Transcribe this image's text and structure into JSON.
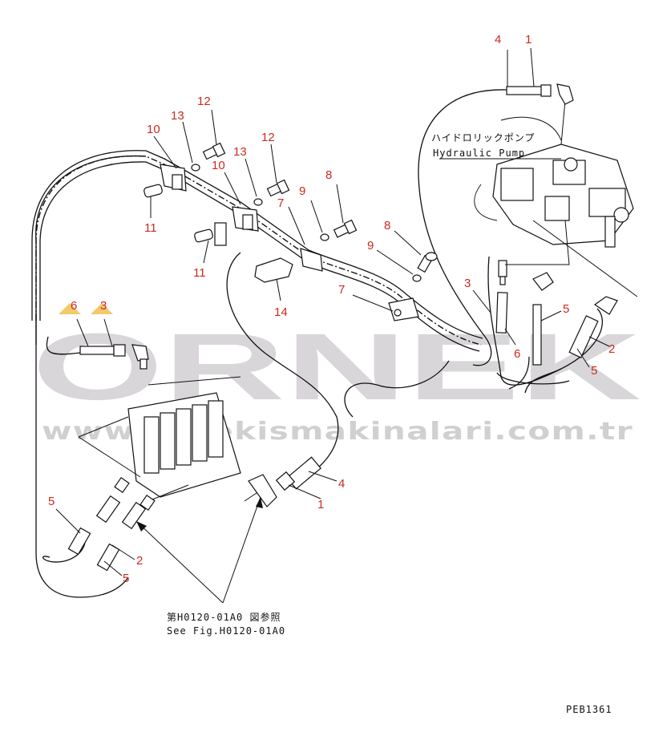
{
  "watermark": {
    "brand": "ORNEK",
    "url": "www.ornekismakinalari.com.tr"
  },
  "labels": {
    "pump_jp": "ハイドロリックポンプ",
    "pump_en": "Hydraulic Pump",
    "ref_jp": "第H0120-01A0 図参照",
    "ref_en": "See Fig.H0120-01A0",
    "drawing_code": "PEB1361"
  },
  "callouts": {
    "c1": "4",
    "c2": "1",
    "c3": "12",
    "c4": "13",
    "c5": "10",
    "c6": "12",
    "c7": "13",
    "c8": "10",
    "c9": "7",
    "c10": "8",
    "c11": "9",
    "c12": "11",
    "c13": "11",
    "c14": "8",
    "c15": "9",
    "c16": "14",
    "c17": "7",
    "c18": "3",
    "c19": "6",
    "c20": "5",
    "c21": "2",
    "c22": "5",
    "c23": "6",
    "c24": "3",
    "c25": "4",
    "c26": "1",
    "c27": "5",
    "c28": "2",
    "c29": "5"
  },
  "colors": {
    "callout": "#cc2a1e",
    "line": "#111111",
    "watermark": "#d9d6da",
    "highlight": "#f2c96b"
  }
}
